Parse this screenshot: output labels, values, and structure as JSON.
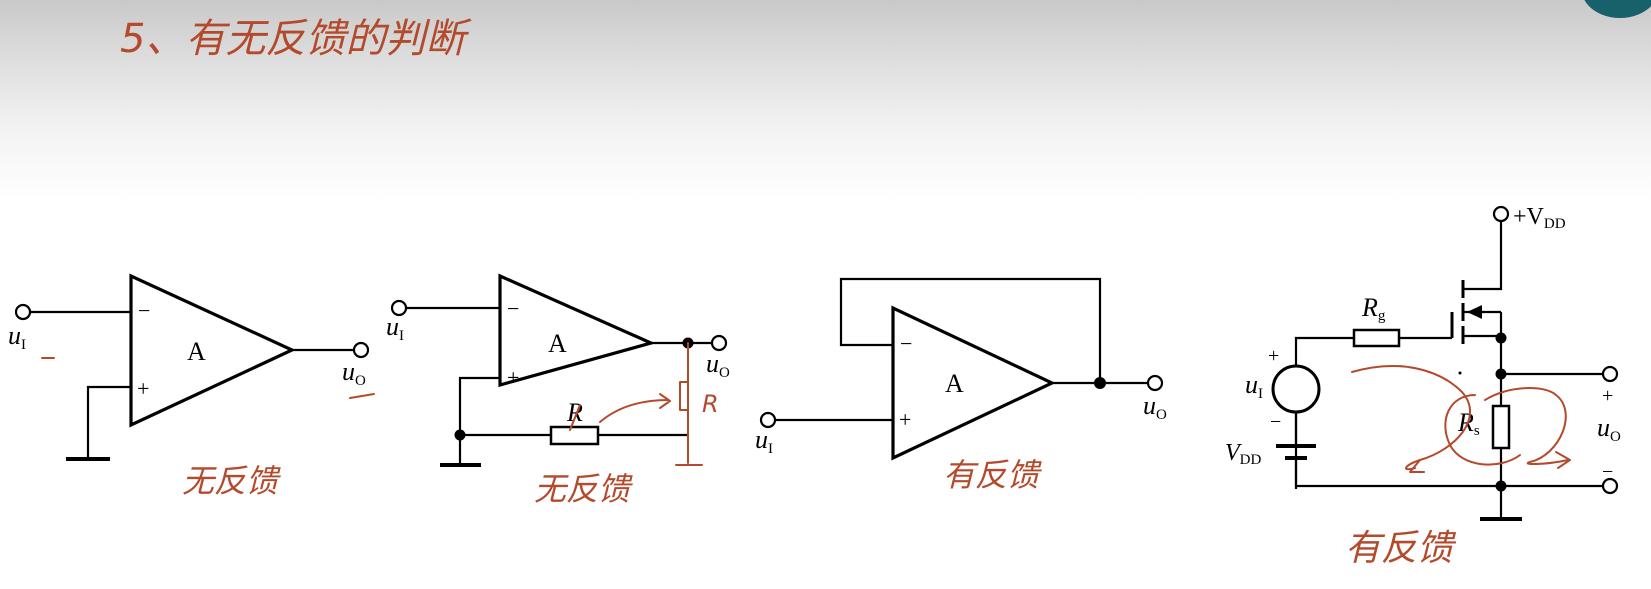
{
  "title": "5、有无反馈的判断",
  "circuits": [
    {
      "id": "c1",
      "caption": "无反馈",
      "amp_label": "A",
      "input": "u",
      "input_sub": "I",
      "output": "u",
      "output_sub": "O",
      "minus": "−",
      "plus": "+"
    },
    {
      "id": "c2",
      "caption": "无反馈",
      "amp_label": "A",
      "input": "u",
      "input_sub": "I",
      "output": "u",
      "output_sub": "O",
      "minus": "−",
      "plus": "+",
      "resistor": "R",
      "note": "R"
    },
    {
      "id": "c3",
      "caption": "有反馈",
      "amp_label": "A",
      "input": "u",
      "input_sub": "I",
      "output": "u",
      "output_sub": "O",
      "minus": "−",
      "plus": "+"
    },
    {
      "id": "c4",
      "caption": "有反馈",
      "supply": "+V",
      "supply_sub": "DD",
      "rg": "R",
      "rg_sub": "g",
      "rs": "R",
      "rs_sub": "s",
      "input": "u",
      "input_sub": "I",
      "vdd": "V",
      "vdd_sub": "DD",
      "output": "u",
      "output_sub": "O",
      "out_plus": "+",
      "out_minus": "−",
      "src_plus": "+",
      "src_minus": "−"
    }
  ],
  "colors": {
    "ink": "#b44a2c",
    "accent_button": "#17616a"
  }
}
